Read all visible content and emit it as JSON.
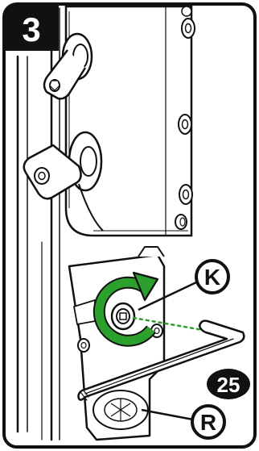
{
  "step": {
    "number": "3"
  },
  "callouts": {
    "part": "K",
    "tool_size": "25",
    "reference": "R"
  },
  "colors": {
    "rotation_arrow": "#2ca02c",
    "tool_badge": "#111111",
    "frame": "#111111",
    "drawing_fill": "#ffffff"
  },
  "icons": {
    "rotation": "counterclockwise-arrow-icon",
    "tool": "hex-key-icon"
  }
}
